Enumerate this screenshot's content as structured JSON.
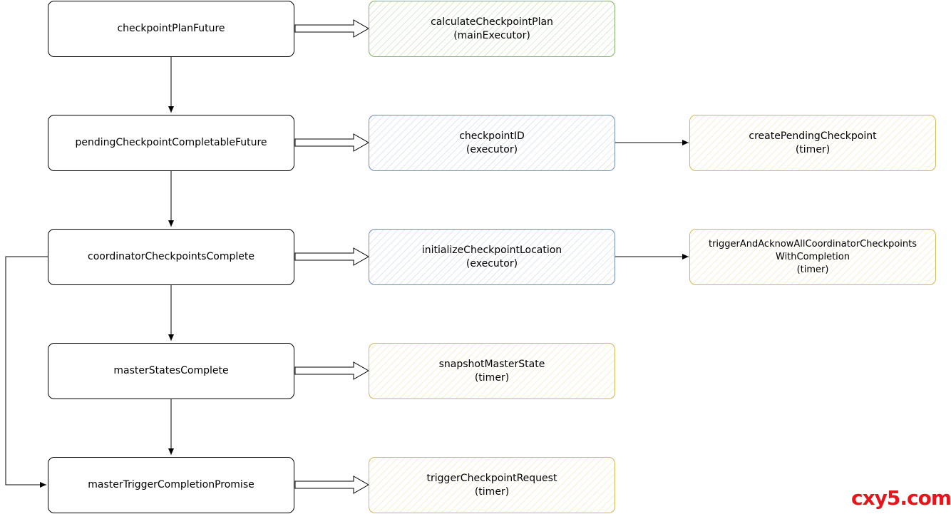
{
  "nodes": {
    "checkpoint_plan_future": "checkpointPlanFuture",
    "calculate_checkpoint_plan": {
      "line1": "calculateCheckpointPlan",
      "line2": "(mainExecutor)"
    },
    "pending_checkpoint_completable_future": "pendingCheckpointCompletableFuture",
    "checkpoint_id": {
      "line1": "checkpointID",
      "line2": "(executor)"
    },
    "create_pending_checkpoint": {
      "line1": "createPendingCheckpoint",
      "line2": "(timer)"
    },
    "coordinator_checkpoints_complete": "coordinatorCheckpointsComplete",
    "initialize_checkpoint_location": {
      "line1": "initializeCheckpointLocation",
      "line2": "(executor)"
    },
    "trigger_and_acknow": {
      "line1": "triggerAndAcknowAllCoordinatorCheckpoints",
      "line2": "WithCompletion",
      "line3": "(timer)"
    },
    "master_states_complete": "masterStatesComplete",
    "snapshot_master_state": {
      "line1": "snapshotMasterState",
      "line2": "(timer)"
    },
    "master_trigger_completion_promise": "masterTriggerCompletionPromise",
    "trigger_checkpoint_request": {
      "line1": "triggerCheckpointRequest",
      "line2": "(timer)"
    }
  },
  "colors": {
    "green_stroke": "#82b366",
    "blue_stroke": "#6c8ebf",
    "orange_stroke": "#d6b656",
    "watermark": "#e8141b"
  },
  "watermark": "cxy5.com"
}
